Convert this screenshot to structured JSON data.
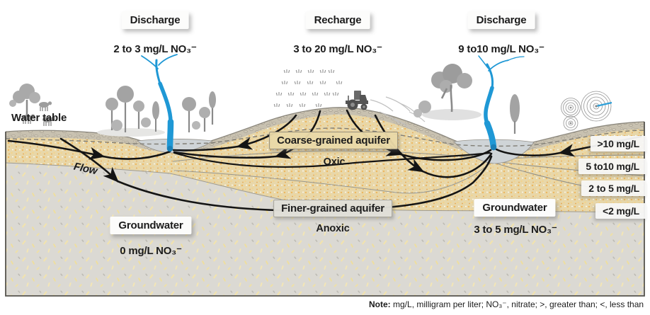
{
  "top_labels": {
    "discharge_left": {
      "box": "Discharge",
      "value": "2 to 3 mg/L NO₃⁻"
    },
    "recharge": {
      "box": "Recharge",
      "value": "3 to 20 mg/L NO₃⁻"
    },
    "discharge_right": {
      "box": "Discharge",
      "value": "9 to10 mg/L NO₃⁻"
    }
  },
  "section_labels": {
    "water_table": "Water table",
    "flow": "Flow",
    "coarse_aquifer": "Coarse-grained aquifer",
    "oxic": "Oxic",
    "finer_aquifer": "Finer-grained aquifer",
    "anoxic": "Anoxic",
    "groundwater_left": {
      "box": "Groundwater",
      "value": "0 mg/L NO₃⁻"
    },
    "groundwater_right": {
      "box": "Groundwater",
      "value": "3 to 5 mg/L NO₃⁻"
    }
  },
  "legend": {
    "items": [
      ">10 mg/L",
      "5 to10 mg/L",
      "2 to 5 mg/L",
      "<2 mg/L"
    ]
  },
  "note": {
    "label": "Note:",
    "text": "mg/L, milligram per liter; NO₃⁻, nitrate; >, greater than; <, less than"
  },
  "colors": {
    "stream_blue": "#1f98d5",
    "coarse_aquifer_tan": "#e8d7a9",
    "finer_aquifer_gray": "#dbd9d3",
    "topsoil": "#c8c1b0",
    "pool_gray": "#cfd4d7",
    "flow_arrow": "#141414"
  }
}
